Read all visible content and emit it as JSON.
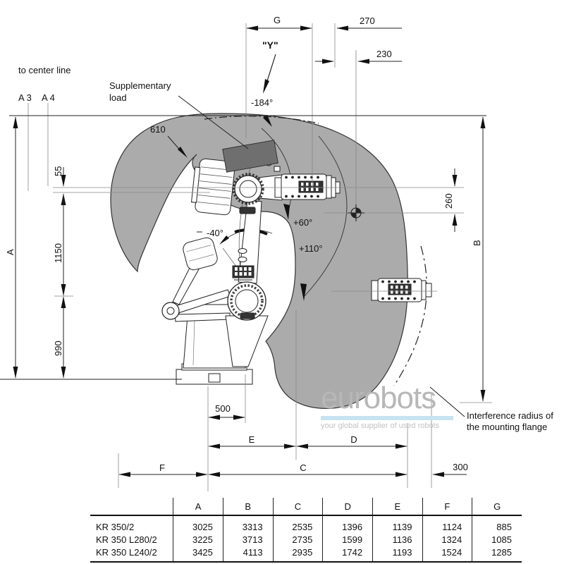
{
  "drawing": {
    "labels": {
      "to_center_line": "to center line",
      "a3": "A 3",
      "a4": "A 4",
      "supplementary_1": "Supplementary",
      "supplementary_2": "load",
      "y_ref": "\"Y\"",
      "interference_1": "Interference radius of",
      "interference_2": "the mounting flange"
    },
    "dims": {
      "g": "G",
      "n270": "270",
      "n230": "230",
      "n610": "610",
      "n55": "55",
      "n1150": "1150",
      "n990": "990",
      "a": "A",
      "b": "B",
      "n260": "260",
      "n500": "500",
      "e": "E",
      "d": "D",
      "f": "F",
      "c": "C",
      "n300": "300"
    },
    "angles": {
      "m184": "-184°",
      "p60": "+60°",
      "p110": "+110°",
      "m40": "-40°"
    },
    "colors": {
      "envelope": "#ababab",
      "load": "#6f6f6f",
      "line": "#1a1a1a"
    }
  },
  "logo": {
    "name": "eurobots",
    "tagline": "your global supplier of used robots",
    "text_color": "#b7b7b7",
    "bar_color": "#c6e3f0"
  },
  "table": {
    "col_headers": [
      "A",
      "B",
      "C",
      "D",
      "E",
      "F",
      "G"
    ],
    "rows": [
      {
        "model": "KR 350/2",
        "values": [
          "3025",
          "3313",
          "2535",
          "1396",
          "1139",
          "1124",
          "885"
        ]
      },
      {
        "model": "KR 350 L280/2",
        "values": [
          "3225",
          "3713",
          "2735",
          "1599",
          "1136",
          "1324",
          "1085"
        ]
      },
      {
        "model": "KR 350 L240/2",
        "values": [
          "3425",
          "4113",
          "2935",
          "1742",
          "1193",
          "1524",
          "1285"
        ]
      }
    ]
  }
}
